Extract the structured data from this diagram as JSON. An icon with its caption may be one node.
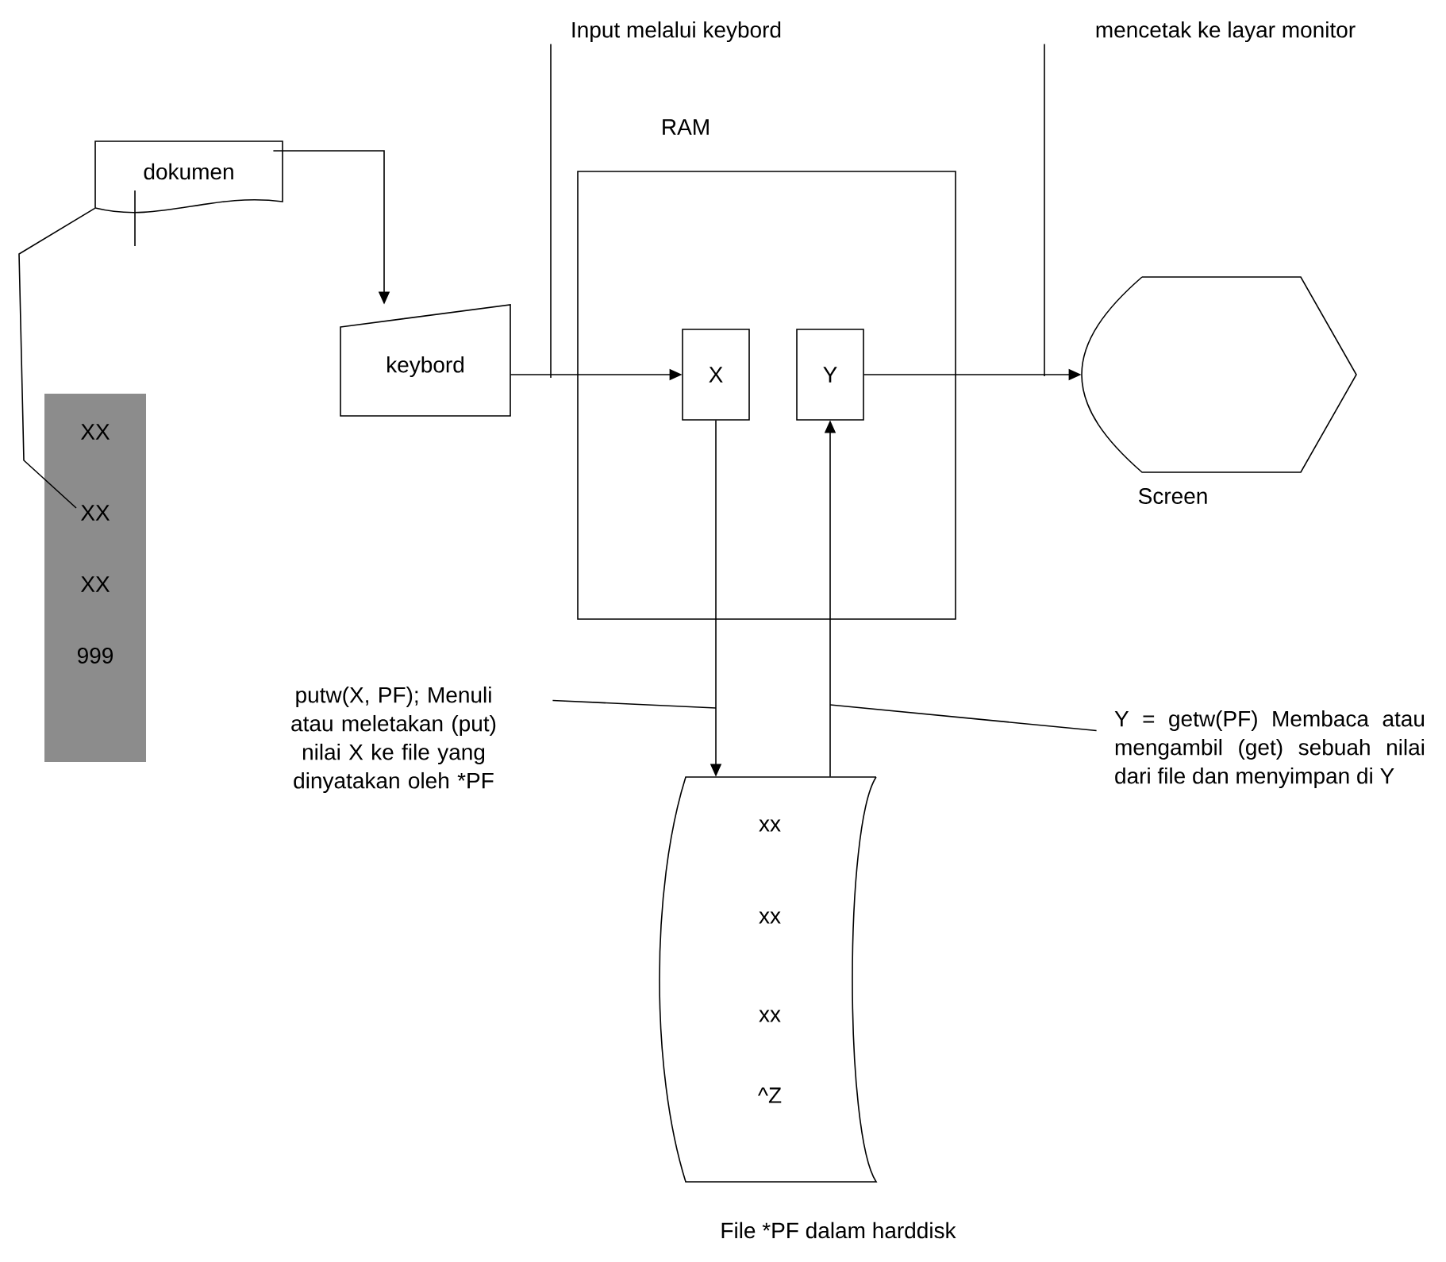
{
  "diagram": {
    "nodes": [
      {
        "text": [
          "dokumen"
        ]
      },
      {
        "text": [
          "XX",
          "XX",
          "XX",
          "999"
        ]
      },
      {
        "text": [
          "keybord"
        ]
      },
      {
        "text": [
          "RAM"
        ]
      },
      {
        "text": [
          "X"
        ],
        "in": 3
      },
      {
        "text": [
          "Y"
        ],
        "in": 3
      },
      {
        "text": [
          "Screen"
        ]
      },
      {
        "text": [
          "xx",
          "xx",
          "xx",
          "^Z",
          "File *PF dalam harddisk"
        ]
      },
      {
        "text": [
          "Input melalui keybord"
        ]
      },
      {
        "text": [
          "mencetak ke layar monitor"
        ]
      },
      {
        "text": [
          "putw(X, PF); Menuli atau meletakan (put) nilai X ke file yang dinyatakan oleh *PF"
        ]
      },
      {
        "text": [
          "Y = getw(PF) Membaca atau mengambil (get) sebuah nilai dari file dan menyimpan di Y"
        ]
      }
    ],
    "edges": [
      {
        "from": 0,
        "to": 2,
        "arrow": "to"
      },
      {
        "from": 0,
        "to": 1,
        "arrow": "none"
      },
      {
        "from": 2,
        "to": 4,
        "arrow": "to"
      },
      {
        "from": 5,
        "to": 6,
        "arrow": "to"
      },
      {
        "from": 4,
        "to": 7,
        "arrow": "to"
      },
      {
        "from": 7,
        "to": 5,
        "arrow": "to"
      },
      {
        "from": 8,
        "to": null,
        "arrow": "none"
      },
      {
        "from": 9,
        "to": null,
        "arrow": "none"
      },
      {
        "from": 10,
        "to": null,
        "arrow": "none"
      },
      {
        "from": 11,
        "to": null,
        "arrow": "none"
      }
    ]
  }
}
